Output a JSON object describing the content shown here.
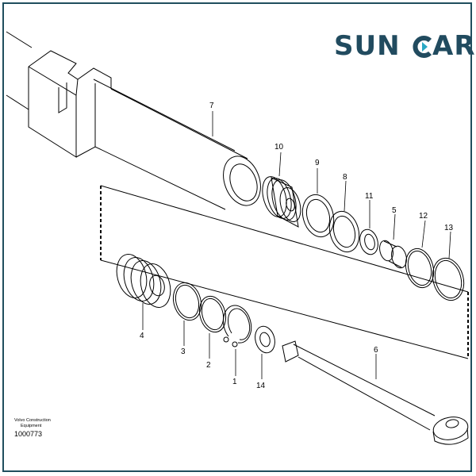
{
  "brand": {
    "logo_text_left": "SUN",
    "logo_text_right": "AR"
  },
  "footer": {
    "line1": "Volvo Construction",
    "line2": "Equipment",
    "figure_id": "1000773"
  },
  "callouts": [
    "1",
    "2",
    "3",
    "4",
    "5",
    "6",
    "7",
    "8",
    "9",
    "10",
    "11",
    "12",
    "13",
    "14"
  ],
  "colors": {
    "frame": "#1f4e5e",
    "logo": "#214b5f",
    "logo_accent": "#2aa8c4",
    "line": "#000000"
  }
}
